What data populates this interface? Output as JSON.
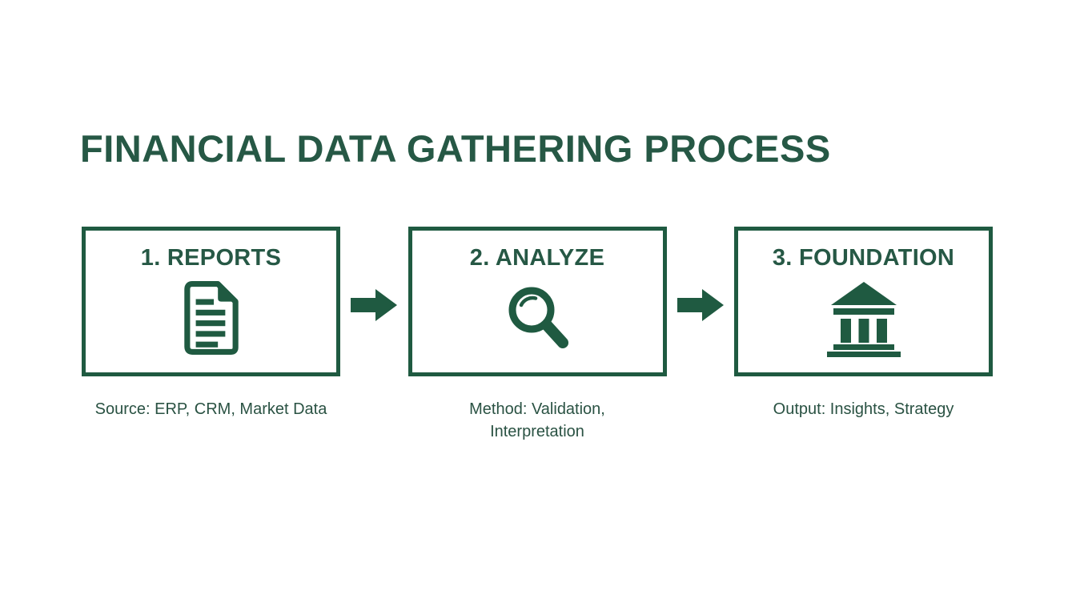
{
  "title": "FINANCIAL DATA GATHERING PROCESS",
  "theme": {
    "green": "#1f5a41",
    "title_green": "#265845",
    "caption_green": "#2a5243",
    "background": "#ffffff"
  },
  "steps": [
    {
      "label": "1. REPORTS",
      "icon": "document-icon",
      "caption": "Source: ERP, CRM, Market Data"
    },
    {
      "label": "2. ANALYZE",
      "icon": "magnifier-icon",
      "caption": "Method: Validation,\nInterpretation"
    },
    {
      "label": "3. FOUNDATION",
      "icon": "bank-icon",
      "caption": "Output: Insights, Strategy"
    }
  ],
  "connectors": [
    {
      "icon": "right-arrow-icon"
    },
    {
      "icon": "right-arrow-icon"
    }
  ]
}
